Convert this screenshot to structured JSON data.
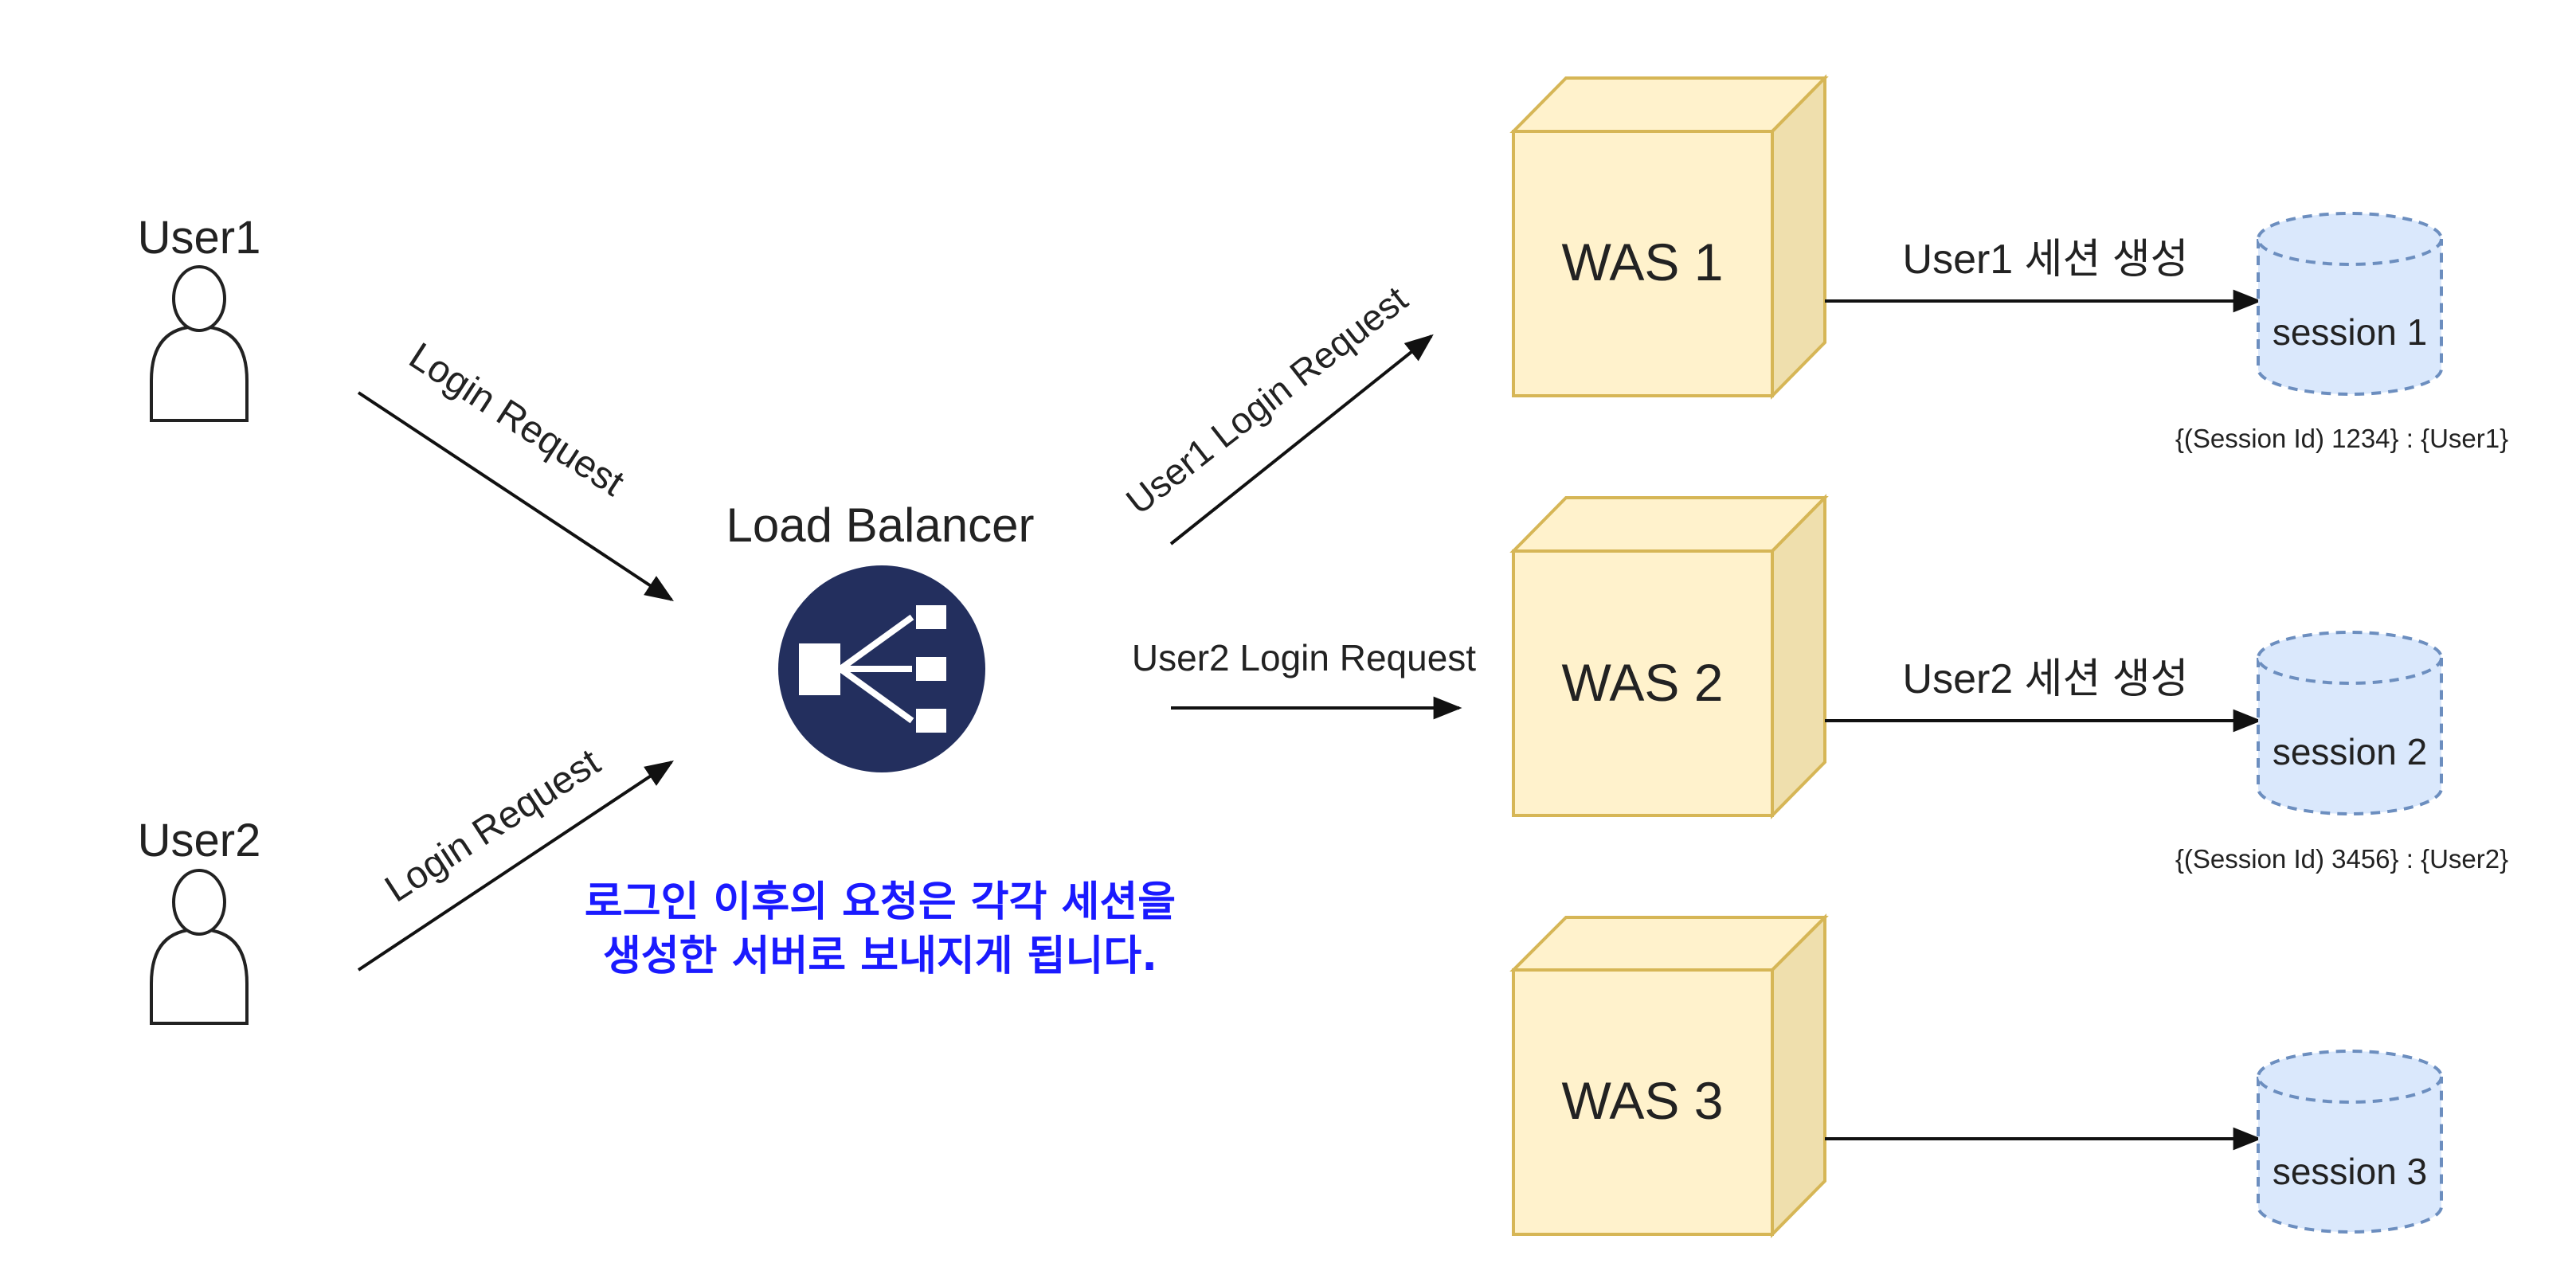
{
  "users": [
    {
      "label": "User1",
      "edge_label": "Login Request"
    },
    {
      "label": "User2",
      "edge_label": "Login Request"
    }
  ],
  "load_balancer": {
    "label": "Load Balancer",
    "icon": "load-balancer-icon"
  },
  "routes": [
    {
      "label": "User1 Login Request"
    },
    {
      "label": "User2 Login Request"
    }
  ],
  "servers": [
    {
      "label": "WAS 1",
      "edge_label": "User1 세션 생성",
      "session": "session 1",
      "session_note": "{(Session Id) 1234} : {User1}"
    },
    {
      "label": "WAS 2",
      "edge_label": "User2 세션 생성",
      "session": "session 2",
      "session_note": "{(Session Id) 3456} : {User2}"
    },
    {
      "label": "WAS 3",
      "edge_label": "",
      "session": "session 3",
      "session_note": ""
    }
  ],
  "note": {
    "line1": "로그인 이후의 요청은 각각 세션을",
    "line2": "생성한 서버로 보내지게 됩니다.",
    "color": "#1a1aff"
  },
  "colors": {
    "server_fill": "#fff2cc",
    "server_stroke": "#d6b656",
    "session_fill": "#dae8fc",
    "session_stroke": "#6c8ebf",
    "lb_circle": "#232f5e"
  }
}
